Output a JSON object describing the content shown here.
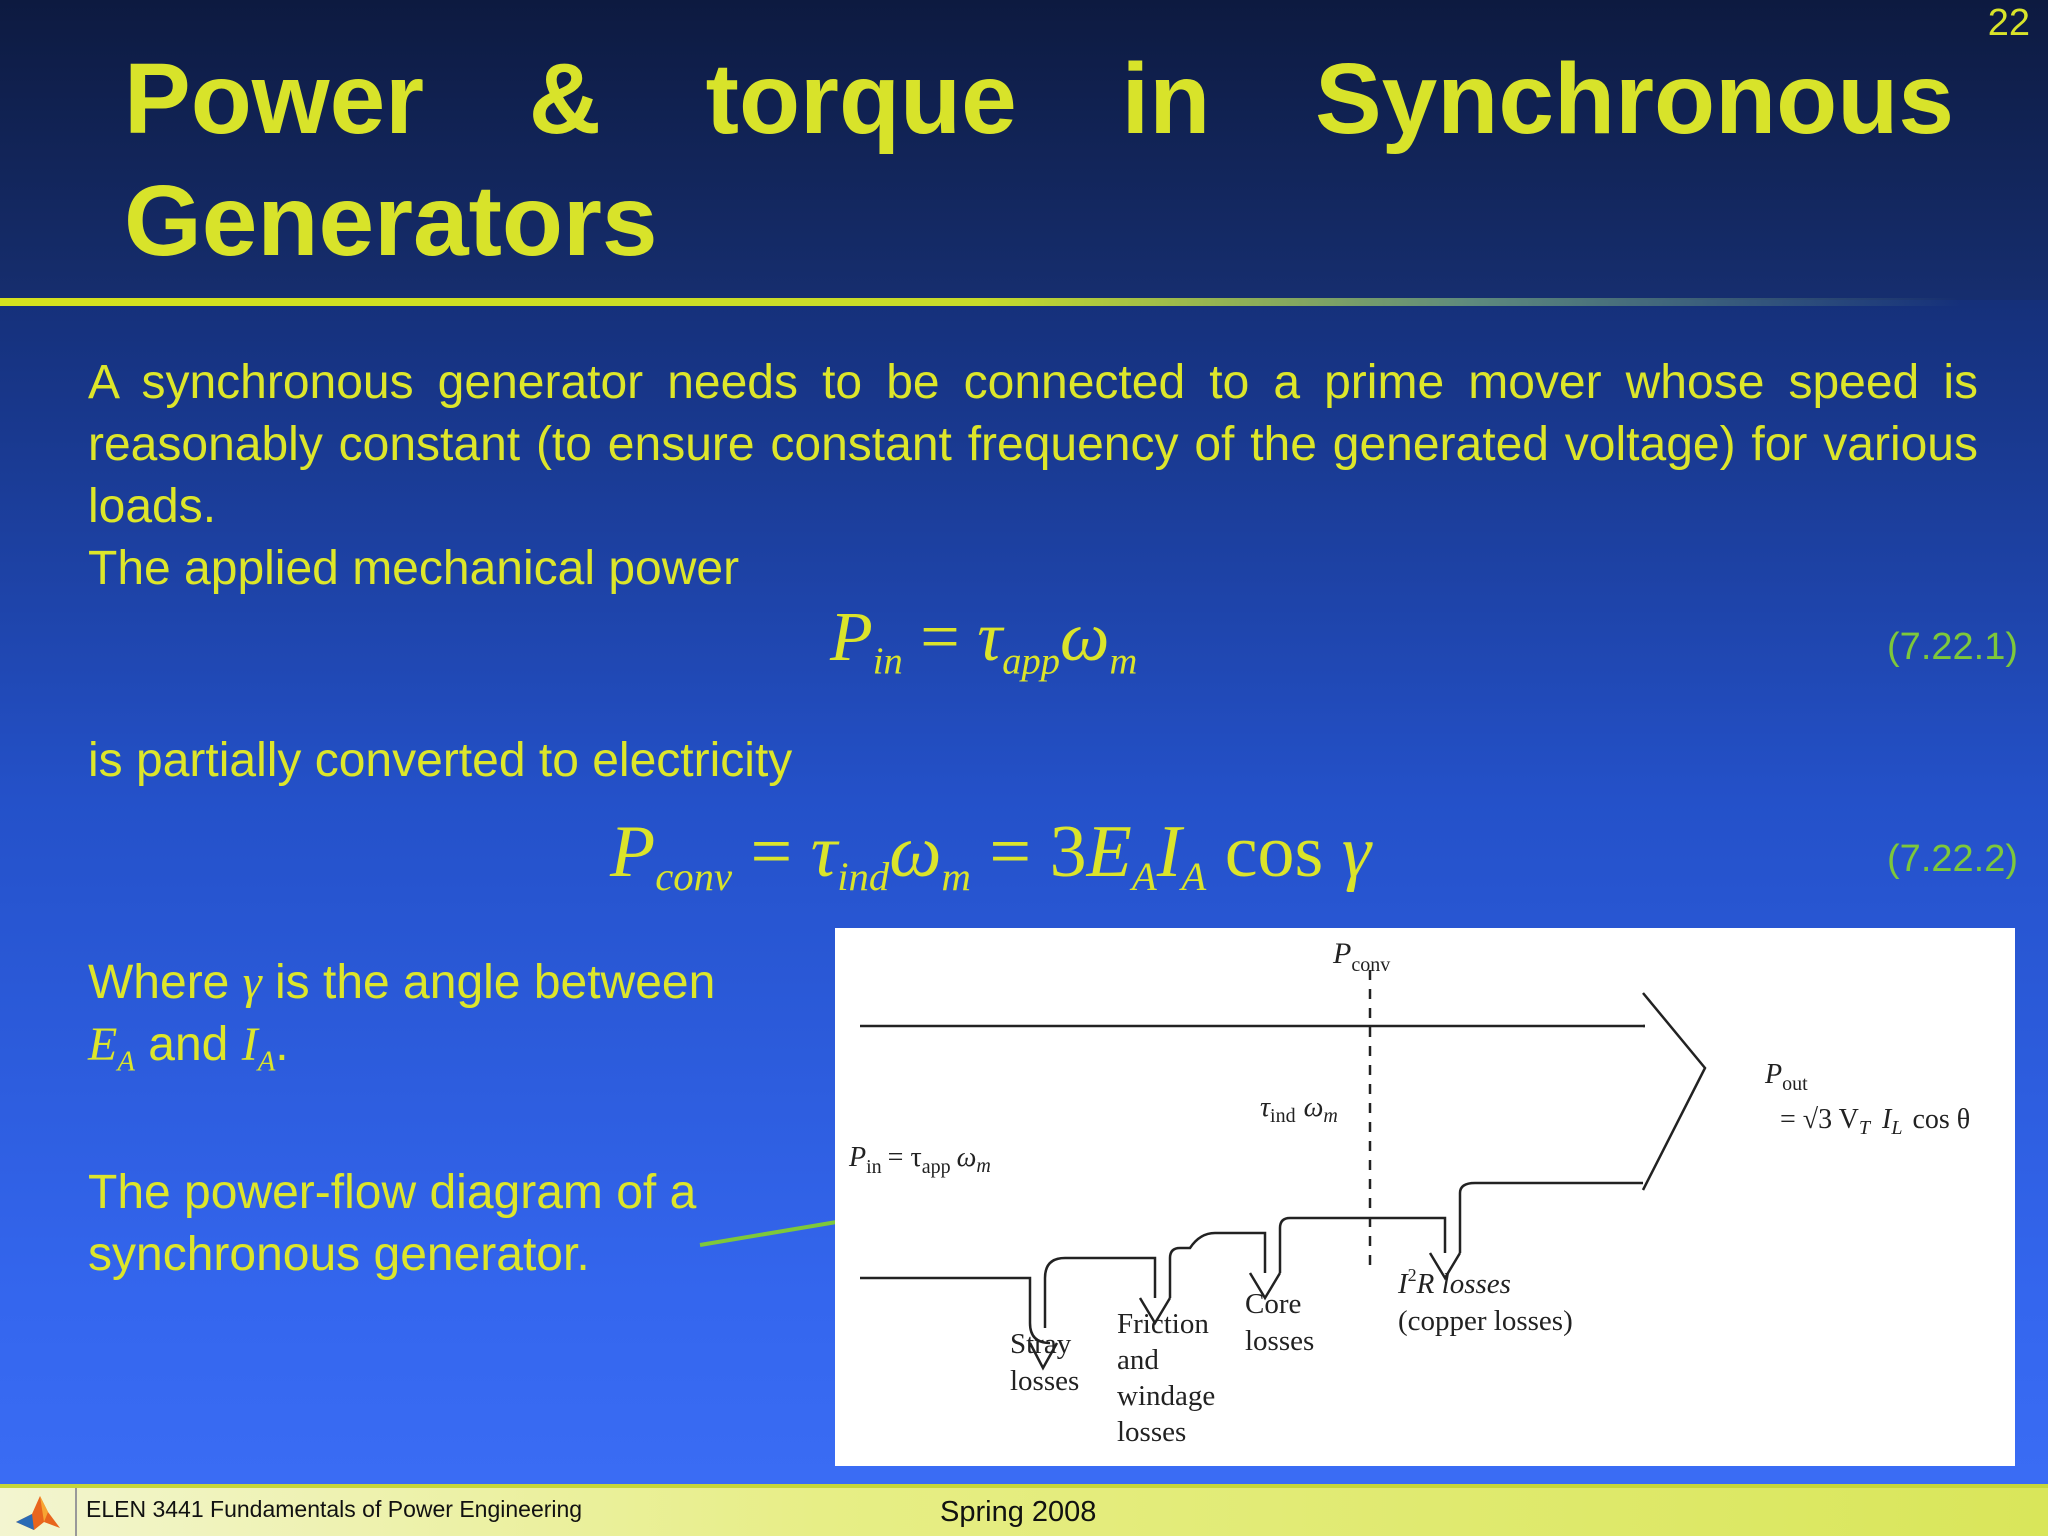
{
  "slide_number": "22",
  "title": {
    "line1": [
      "Power",
      "&",
      "torque",
      "in",
      "Synchronous"
    ],
    "line2": "Generators"
  },
  "body": {
    "paragraph": "A synchronous generator needs to be connected to a prime mover whose speed is reasonably constant (to ensure constant frequency of the generated voltage) for various loads.",
    "mechanical_power": "The applied mechanical power",
    "partially_converted": "is partially converted to electricity",
    "where_prefix": "Where",
    "where_gamma": "γ",
    "where_suffix": "is the angle between",
    "where_ea": "E",
    "where_ea_sub": "A",
    "where_and": "and",
    "where_ia": "I",
    "where_ia_sub": "A",
    "where_period": ".",
    "caption": "The power-flow diagram of a synchronous generator."
  },
  "equations": {
    "eq1_number": "(7.22.1)",
    "eq2_number": "(7.22.2)"
  },
  "diagram": {
    "p_conv": "P",
    "p_conv_sub": "conv",
    "tau_ind_omega": "τ",
    "tau_ind_sub": "ind",
    "omega_m": "ω",
    "omega_m_sub": "m",
    "p_in": "P",
    "p_in_sub": "in",
    "p_in_eq": "= τ",
    "p_in_app": "app",
    "p_out": "P",
    "p_out_sub": "out",
    "p_out_eq": "= √3 V",
    "p_out_vt_sub": "T",
    "p_out_il": "I",
    "p_out_il_sub": "L",
    "p_out_cos": "cos θ",
    "stray_1": "Stray",
    "stray_2": "losses",
    "friction_1": "Friction",
    "friction_2": "and",
    "friction_3": "windage",
    "friction_4": "losses",
    "core_1": "Core",
    "core_2": "losses",
    "i2r_1": "R losses",
    "i2r_2": "(copper losses)",
    "i2r_i": "I",
    "i2r_sup": "2"
  },
  "footer": {
    "course": "ELEN 3441 Fundamentals of Power Engineering",
    "term": "Spring 2008"
  },
  "colors": {
    "title": "#d8e32a",
    "body_text": "#dde62a",
    "equation_number": "#7ec83a",
    "pointer_line": "#7ec83a"
  }
}
